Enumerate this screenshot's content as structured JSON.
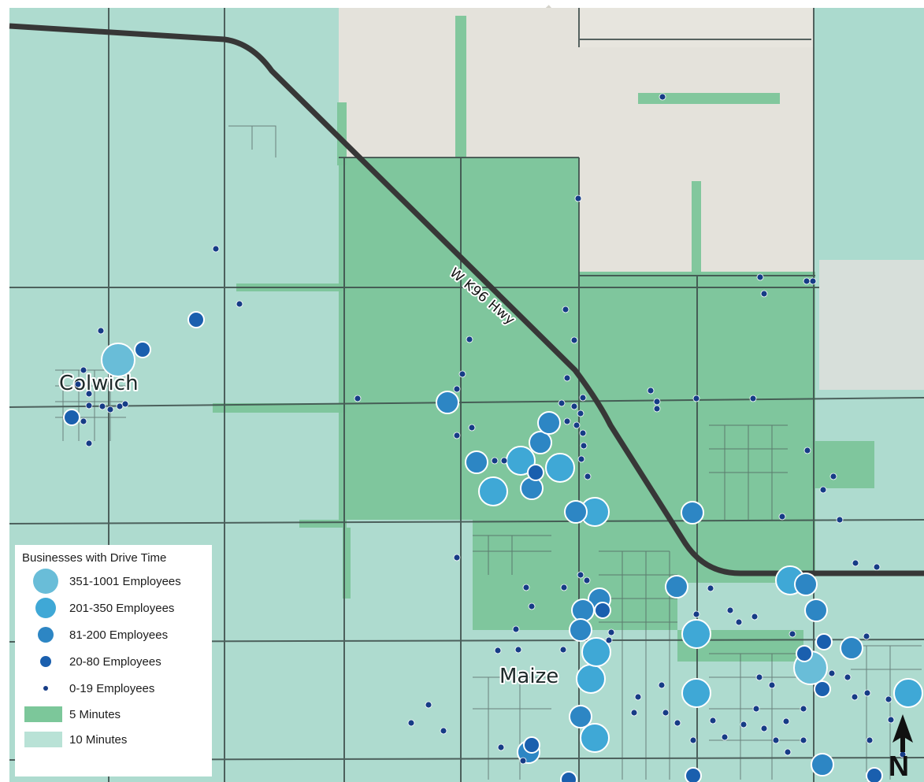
{
  "map": {
    "place_labels": {
      "colwich": "Colwich",
      "maize": "Maize"
    },
    "highway_label": "W K96 Hwy",
    "north_label": "N"
  },
  "legend": {
    "title": "Businesses with Drive Time",
    "items": [
      {
        "label": "351-1001 Employees",
        "color": "#69bdd8"
      },
      {
        "label": "201-350 Employees",
        "color": "#3fa8d6"
      },
      {
        "label": "81-200 Employees",
        "color": "#2d86c4"
      },
      {
        "label": "20-80 Employees",
        "color": "#1a5fae"
      },
      {
        "label": "0-19 Employees",
        "color": "#163c86"
      },
      {
        "label": "5 Minutes",
        "color": "#7cc79a"
      },
      {
        "label": "10 Minutes",
        "color": "#b9e2d6"
      }
    ]
  },
  "colors": {
    "zone_5min": "#79c296",
    "zone_10min": "#a9d9cc",
    "basemap": "#e6e4dd",
    "road": "#3a4a48",
    "highway": "#3a3a3a"
  }
}
